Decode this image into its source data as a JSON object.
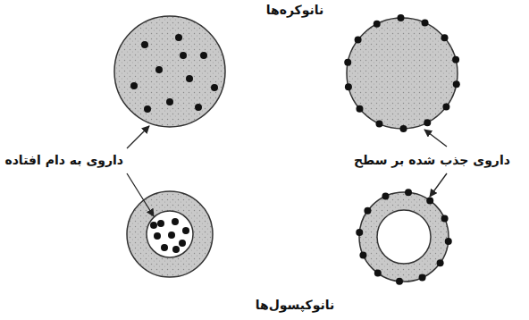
{
  "diagram": {
    "labels": [
      "نانوکره‌ها",
      "داروی به دام افتاده",
      "داروی جذب شده بر سطح",
      "نانوکپسول‌ها"
    ]
  }
}
